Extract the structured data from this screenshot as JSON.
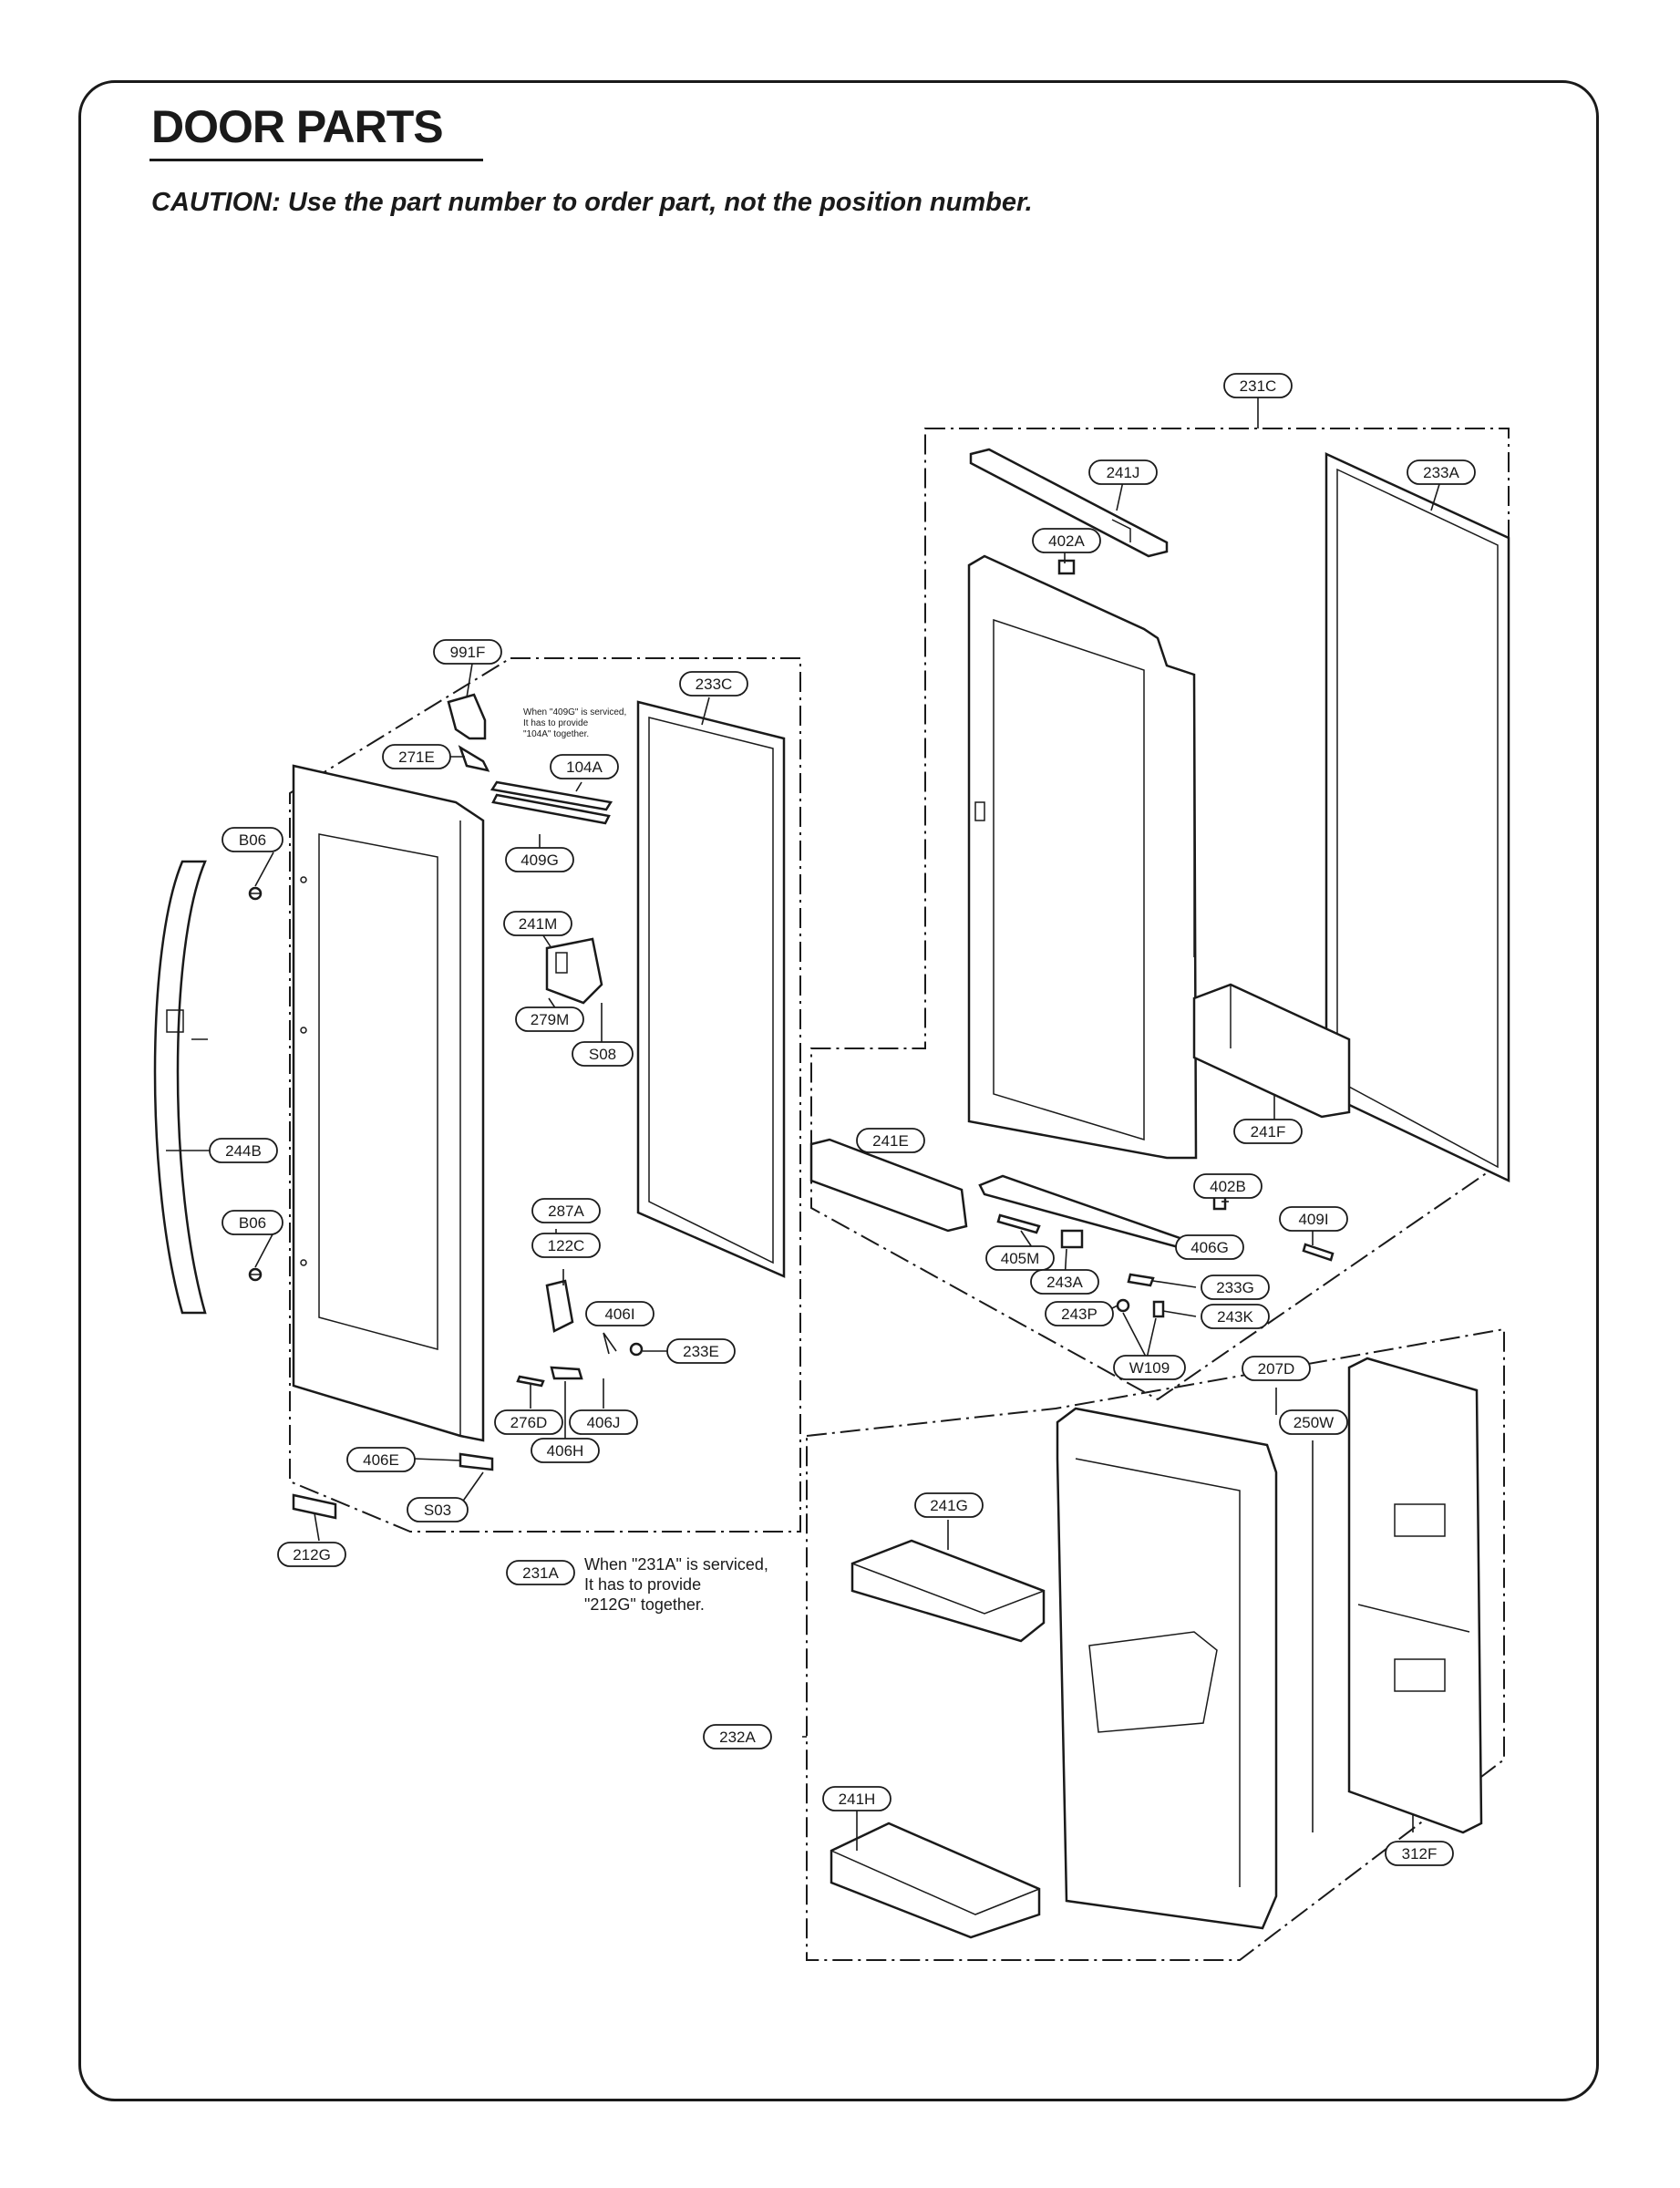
{
  "header": {
    "title": "DOOR PARTS",
    "caution": "CAUTION: Use the part number to order part, not the position number."
  },
  "callouts": {
    "p231C": "231C",
    "p241J": "241J",
    "p233A": "233A",
    "p402A": "402A",
    "p991F": "991F",
    "p233C": "233C",
    "p271E": "271E",
    "p104A": "104A",
    "pB06a": "B06",
    "p409G": "409G",
    "p241M": "241M",
    "p279M": "279M",
    "pS08": "S08",
    "p244B": "244B",
    "p241E": "241E",
    "p241F": "241F",
    "p402B": "402B",
    "p287A": "287A",
    "p409I": "409I",
    "p406G": "406G",
    "pB06b": "B06",
    "p122C": "122C",
    "p405M": "405M",
    "p243A": "243A",
    "p233G": "233G",
    "p406I": "406I",
    "p243P": "243P",
    "p243K": "243K",
    "p233E": "233E",
    "pW109": "W109",
    "p207D": "207D",
    "p276D": "276D",
    "p406J": "406J",
    "p250W": "250W",
    "p406H": "406H",
    "p406E": "406E",
    "pS03": "S03",
    "p241G": "241G",
    "p212G": "212G",
    "p231A": "231A",
    "p232A": "232A",
    "p241H": "241H",
    "p312F": "312F"
  },
  "notes": {
    "n409g_1": "When \"409G\" is serviced,",
    "n409g_2": "It has to provide",
    "n409g_3": "\"104A\" together.",
    "n231a_1": "When \"231A\" is serviced,",
    "n231a_2": "It has to provide",
    "n231a_3": "\"212G\" together."
  }
}
